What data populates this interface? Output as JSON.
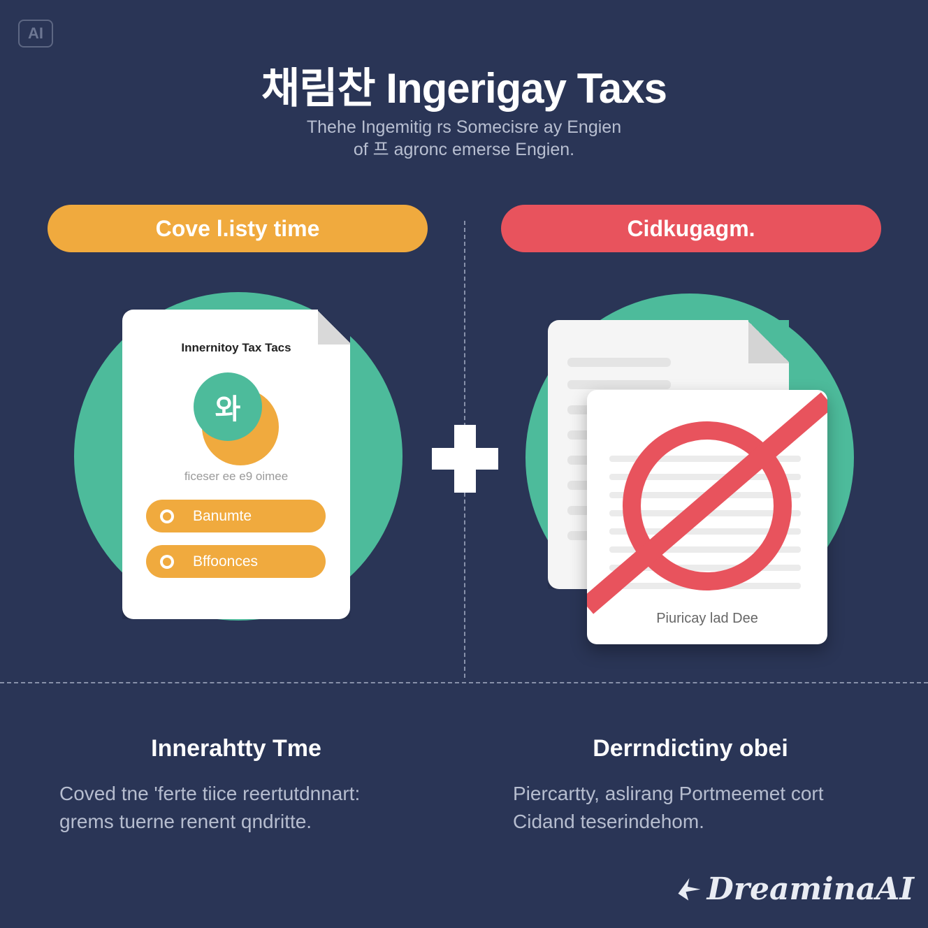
{
  "badge": {
    "label": "AI"
  },
  "header": {
    "title": "채림찬 Ingerigay Taxs",
    "subtitle_line1": "Thehe Ingemitig rs Somecisre ay Engien",
    "subtitle_line2": "of 프 agronc emerse Engien."
  },
  "left": {
    "pill_label": "Cove l.isty time",
    "doc_title": "Innernitoy Tax Tacs",
    "badge_glyph": "와",
    "doc_caption": "ficeser ee e9 oimee",
    "options": [
      {
        "label": "Banumte"
      },
      {
        "label": "Bffoonces"
      }
    ],
    "section_title": "Innerahtty Tme",
    "section_body_line1": "Coved tne 'ferte tiice reertutdnnart:",
    "section_body_line2": "grems tuerne renent qndritte."
  },
  "right": {
    "pill_label": "Cidkugagm.",
    "doc_caption": "Piuricay lad Dee",
    "section_title": "Derrndictiny obei",
    "section_body_line1": "Piercartty, aslirang Portmeemet cort",
    "section_body_line2": "Cidand teserindehom."
  },
  "watermark": {
    "label": "DreaminaAI",
    "icon": "paper-plane-icon"
  },
  "colors": {
    "background": "#2a3556",
    "orange": "#f0aa3e",
    "red": "#e8535d",
    "teal": "#4dbb9b"
  }
}
